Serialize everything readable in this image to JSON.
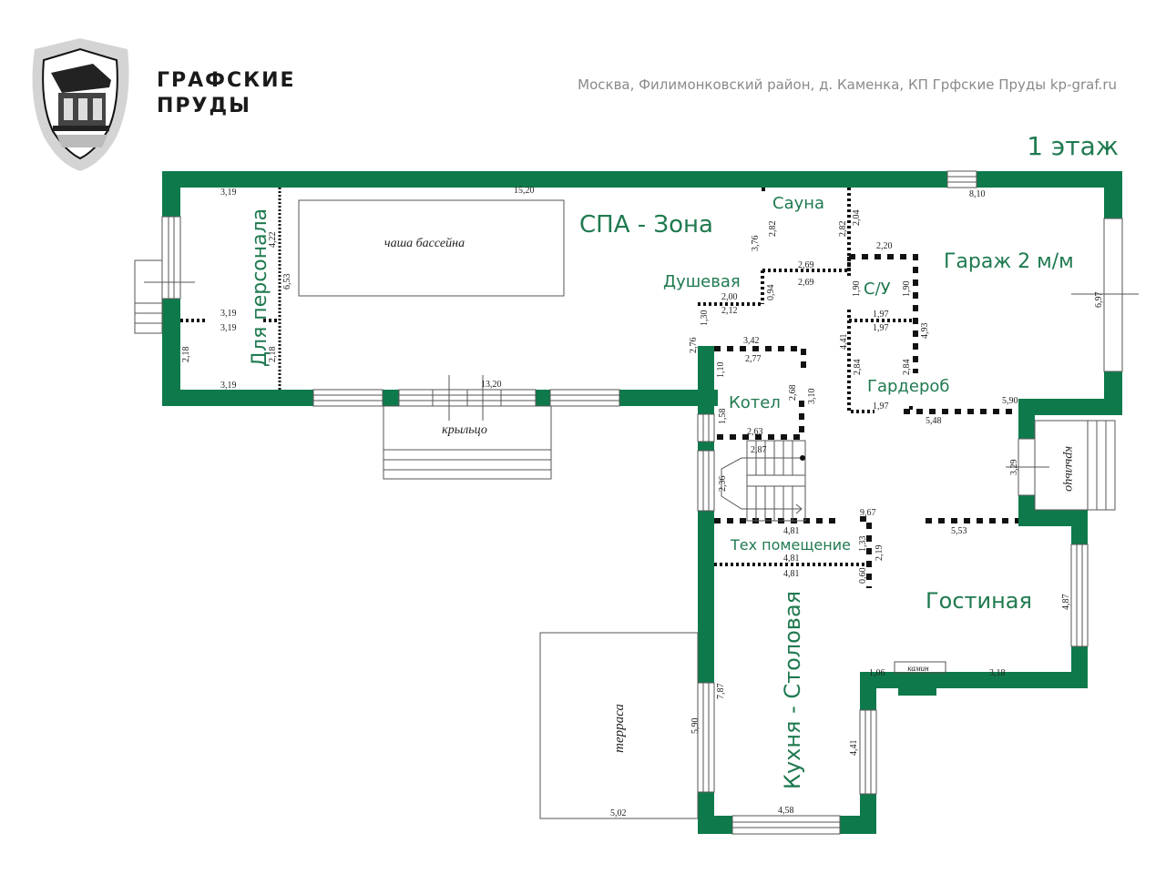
{
  "brand": {
    "line1": "ГРАФСКИЕ",
    "line2": "ПРУДЫ"
  },
  "header": {
    "address": "Москва, Филимонковский район, д. Каменка, КП Грфские Пруды  kp-graf.ru",
    "floor": "1 этаж"
  },
  "colors": {
    "wall": "#0e7a4c",
    "label": "#1f7a4f",
    "address": "#8a8a8a"
  },
  "rooms": {
    "staff": "Для персонала",
    "spa": "СПА - Зона",
    "sauna": "Сауна",
    "shower": "Душевая",
    "wc": "С/У",
    "garage": "Гараж 2 м/м",
    "wardrobe": "Гардероб",
    "boiler": "Котел",
    "tech": "Тех помещение",
    "living": "Гостиная",
    "kitchen": "Кухня - Столовая"
  },
  "features": {
    "pool": "чаша бассейна",
    "porch_front": "крыльцо",
    "porch_side": "крыльцо",
    "terrace": "терраса",
    "fireplace": "камин"
  },
  "dimensions": {
    "d_3_19_top": "3,19",
    "d_15_20": "15,20",
    "d_4_22": "4,22",
    "d_6_53": "6,53",
    "d_3_19_a": "3,19",
    "d_3_19_b": "3,19",
    "d_2_18_l": "2,18",
    "d_2_18_r": "2,18",
    "d_3_19_bot": "3,19",
    "d_13_20": "13,20",
    "d_3_76": "3,76",
    "d_2_82_a": "2,82",
    "d_2_82_b": "2,82",
    "d_2_04": "2,04",
    "d_2_69_a": "2,69",
    "d_2_69_b": "2,69",
    "d_0_94": "0,94",
    "d_2_00": "2,00",
    "d_2_12": "2,12",
    "d_1_30": "1,30",
    "d_2_76": "2,76",
    "d_3_42": "3,42",
    "d_2_77": "2,77",
    "d_1_10": "1,10",
    "d_2_68": "2,68",
    "d_3_10": "3,10",
    "d_1_58": "1,58",
    "d_2_63": "2,63",
    "d_2_87": "2,87",
    "d_2_36": "2,36",
    "d_8_10": "8,10",
    "d_2_20": "2,20",
    "d_1_90_a": "1,90",
    "d_1_90_b": "1,90",
    "d_1_97_a": "1,97",
    "d_1_97_b": "1,97",
    "d_4_41_w": "4,41",
    "d_4_93": "4,93",
    "d_2_84_a": "2,84",
    "d_2_84_b": "2,84",
    "d_1_97_c": "1,97",
    "d_5_90_g": "5,90",
    "d_5_48": "5,48",
    "d_6_97": "6,97",
    "d_3_29": "3,29",
    "d_9_67": "9,67",
    "d_4_81_a": "4,81",
    "d_1_33": "1,33",
    "d_2_19": "2,19",
    "d_4_81_b": "4,81",
    "d_4_81_c": "4,81",
    "d_0_60": "0,60",
    "d_5_53": "5,53",
    "d_4_87": "4,87",
    "d_1_06": "1,06",
    "d_3_18": "3,18",
    "d_7_87": "7,87",
    "d_5_90_t": "5,90",
    "d_4_41_k": "4,41",
    "d_4_58": "4,58",
    "d_5_02": "5,02"
  }
}
